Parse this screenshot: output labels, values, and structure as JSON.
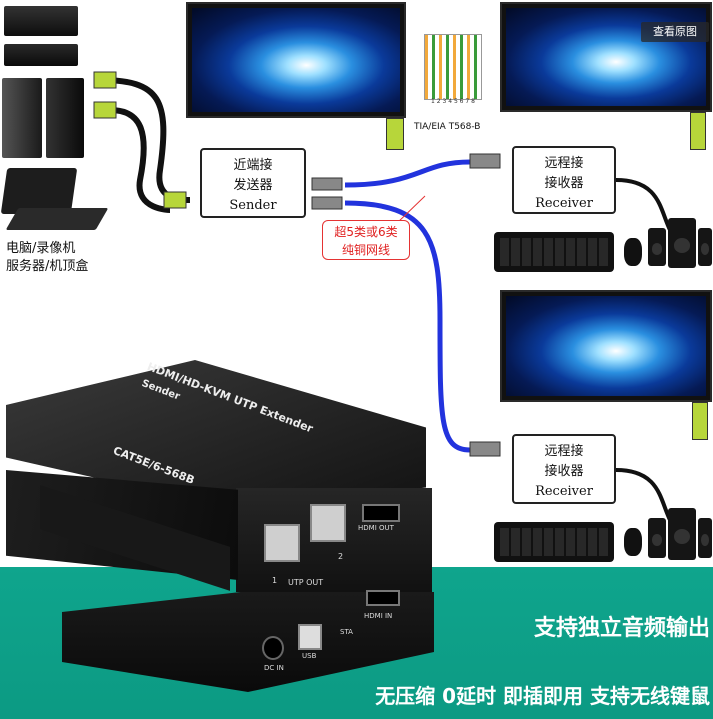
{
  "topbar": {
    "view_original_label": "查看原图"
  },
  "source_label": {
    "line1": "电脑/录像机",
    "line2": "服务器/机顶盒"
  },
  "sender_box": {
    "line1": "近端接",
    "line2": "发送器",
    "line3": "Sender"
  },
  "receiver_box_1": {
    "line1": "远程接",
    "line2": "接收器",
    "line3": "Receiver"
  },
  "receiver_box_2": {
    "line1": "远程接",
    "line2": "接收器",
    "line3": "Receiver"
  },
  "cable_label": {
    "line1": "超5类或6类",
    "line2": "纯铜网线"
  },
  "rj45": {
    "pins": "1 2 3 4 5 6 7 8",
    "standard": "TIA/EIA T568-B"
  },
  "device": {
    "title": "HDMI/HD-KVM UTP Extender",
    "subtitle": "Sender",
    "model": "CAT5E/6-568B",
    "port_hdmi_out": "HDMI OUT",
    "port_utp_out": "UTP OUT",
    "port_hdmi_in": "HDMI IN",
    "port_usb": "USB",
    "port_dc_in": "DC IN",
    "port_sta": "STA",
    "port_num_1": "1",
    "port_num_2": "2"
  },
  "banner": {
    "feature1": "支持独立音频输出",
    "feature2": "无压缩 0延时 即插即用 支持无线键鼠"
  },
  "colors": {
    "banner": "#0fa58d",
    "cable": "#2233dd",
    "accent_red": "#e02020"
  }
}
